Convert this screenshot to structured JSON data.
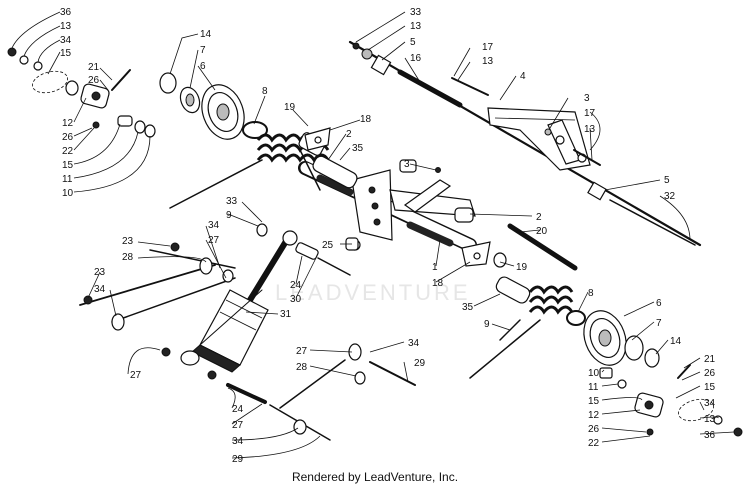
{
  "watermark": "LEADVENTURE",
  "footer": "Rendered by LeadVenture, Inc.",
  "callouts": {
    "c36a": "36",
    "c13a": "13",
    "c34a": "34",
    "c15a": "15",
    "c21a": "21",
    "c26a": "26",
    "c12a": "12",
    "c26b": "26",
    "c22a": "22",
    "c15b": "15",
    "c11a": "11",
    "c10a": "10",
    "c14a": "14",
    "c7a": "7",
    "c6a": "6",
    "c8a": "8",
    "c19a": "19",
    "c18a": "18",
    "c2a": "2",
    "c35a": "35",
    "c33a": "33",
    "c13b": "13",
    "c5a": "5",
    "c16a": "16",
    "c17a": "17",
    "c13c": "13",
    "c4a": "4",
    "c3a": "3",
    "c17b": "17",
    "c13d": "13",
    "c3b": "3",
    "c5b": "5",
    "c32a": "32",
    "c33b": "33",
    "c9a": "9",
    "c34b": "34",
    "c27a": "27",
    "c23a": "23",
    "c28a": "28",
    "c23b": "23",
    "c34c": "34",
    "c27b": "27",
    "c25a": "25",
    "c24a": "24",
    "c30a": "30",
    "c31a": "31",
    "c1a": "1",
    "c18b": "18",
    "c19b": "19",
    "c2b": "2",
    "c20a": "20",
    "c35b": "35",
    "c8b": "8",
    "c9b": "9",
    "c6b": "6",
    "c7b": "7",
    "c14b": "14",
    "c27c": "27",
    "c28b": "28",
    "c34d": "34",
    "c29a": "29",
    "c21b": "21",
    "c26c": "26",
    "c15c": "15",
    "c34e": "34",
    "c13e": "13",
    "c36b": "36",
    "c10b": "10",
    "c11b": "11",
    "c15d": "15",
    "c12b": "12",
    "c26d": "26",
    "c22b": "22",
    "c24b": "24",
    "c27d": "27",
    "c34f": "34",
    "c29b": "29"
  }
}
